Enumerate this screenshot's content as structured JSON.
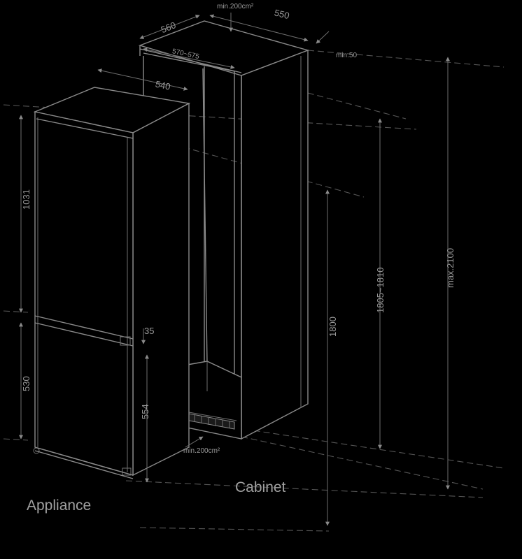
{
  "labels": {
    "appliance": "Appliance",
    "cabinet": "Cabinet",
    "depth_560": "560",
    "width_570_575": "570~575",
    "min_200_top": "min.200cm²",
    "depth_550": "550",
    "min_50": "min.50",
    "width_540": "540",
    "height_1031": "1031",
    "height_35": "35",
    "height_530": "530",
    "height_554": "554",
    "min_200_bottom": "min.200cm²",
    "height_1800": "1800",
    "height_1805_1810": "1805~1810",
    "max_2100": "max.2100"
  },
  "colors": {
    "background": "#000000",
    "line": "#8a8a8a",
    "text": "#9a9a9a"
  }
}
